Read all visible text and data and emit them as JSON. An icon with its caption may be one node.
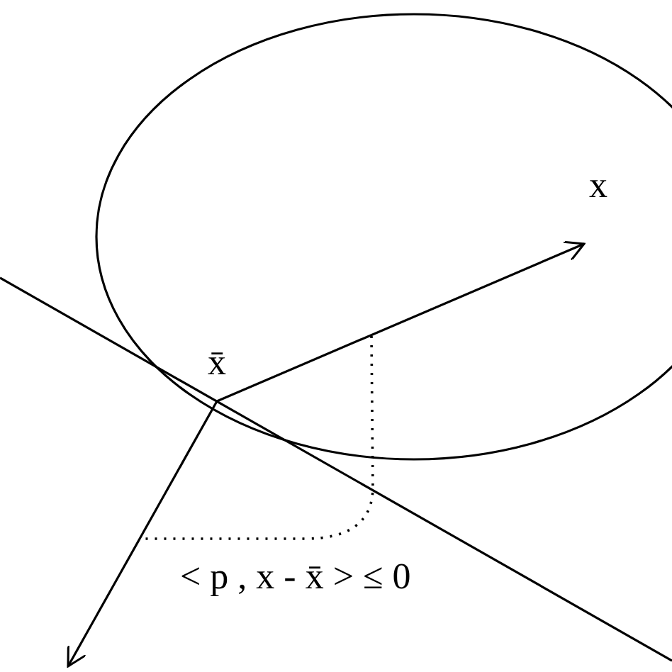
{
  "diagram": {
    "nodes": [
      {
        "text": [
          "x̄"
        ]
      },
      {
        "text": [
          "x"
        ]
      }
    ],
    "edges": [
      {
        "from": 0,
        "to": 1,
        "arrow": "to"
      },
      {
        "from": 0,
        "to": null,
        "arrow": "to"
      }
    ],
    "labels": [
      "< p , x - x̄ > ≤ 0"
    ]
  }
}
